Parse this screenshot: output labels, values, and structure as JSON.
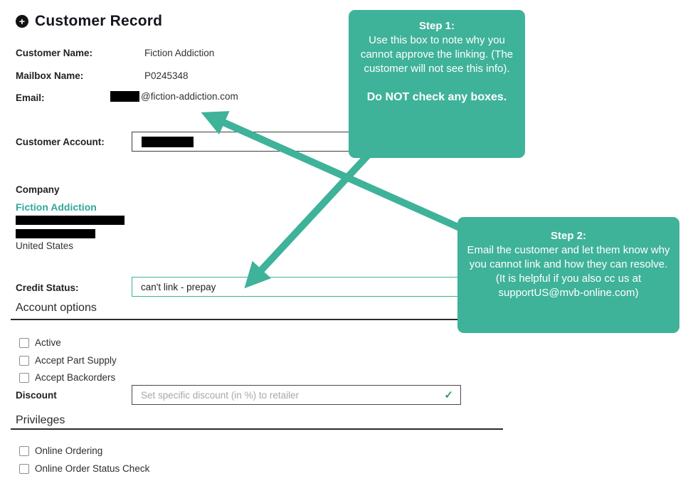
{
  "header": {
    "title": "Customer Record"
  },
  "icons": {
    "add_glyph": "+",
    "valid_check_glyph": "✓"
  },
  "colors": {
    "accent_teal": "#3fb29a",
    "link_teal": "#2fa99a",
    "check_green": "#2e9e57"
  },
  "fields": {
    "customer_name": {
      "label": "Customer Name:",
      "value": "Fiction Addiction"
    },
    "mailbox_name": {
      "label": "Mailbox Name:",
      "value": "P0245348"
    },
    "email": {
      "label": "Email:",
      "visible_value": "@fiction-addiction.com"
    },
    "customer_account": {
      "label": "Customer Account:",
      "value": ""
    },
    "credit_status": {
      "label": "Credit Status:",
      "value": "can't link - prepay"
    },
    "discount": {
      "label": "Discount",
      "value": "",
      "placeholder": "Set specific discount (in %) to retailer"
    }
  },
  "company": {
    "label": "Company",
    "name": "Fiction Addiction",
    "country": "United States"
  },
  "sections": {
    "account_options": {
      "title": "Account options",
      "items": [
        {
          "label": "Active",
          "checked": false
        },
        {
          "label": "Accept Part Supply",
          "checked": false
        },
        {
          "label": "Accept Backorders",
          "checked": false
        }
      ]
    },
    "privileges": {
      "title": "Privileges",
      "items": [
        {
          "label": "Online Ordering",
          "checked": false
        },
        {
          "label": "Online Order Status Check",
          "checked": false
        }
      ]
    }
  },
  "annotations": {
    "step1": {
      "title": "Step 1:",
      "body": "Use this box to note why you cannot approve the linking. (The customer will not see this info).",
      "emphasis": "Do NOT check any boxes."
    },
    "step2": {
      "title": "Step 2:",
      "body": "Email the customer and let them know why you cannot link and how they can resolve. (It is helpful if you also cc us at supportUS@mvb-online.com)"
    }
  }
}
